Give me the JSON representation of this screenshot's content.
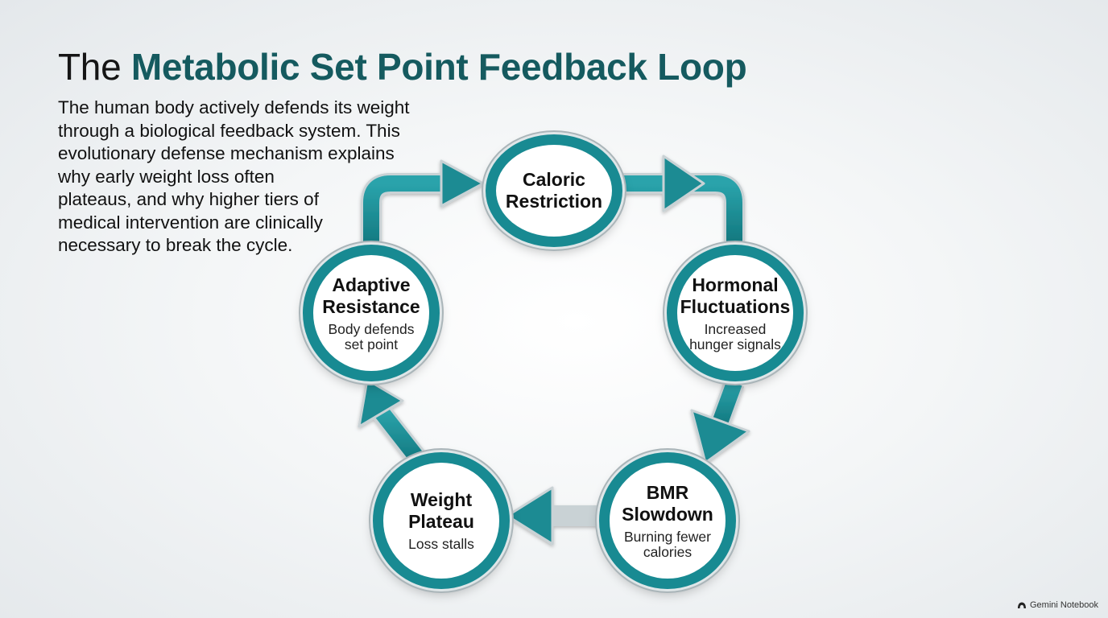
{
  "title": {
    "plain": "The",
    "accent": "Metabolic Set Point Feedback Loop"
  },
  "description": [
    "The human body actively defends its weight",
    "through a biological feedback system. This",
    "evolutionary defense mechanism explains",
    "why early weight loss often",
    "plateaus, and why higher tiers of",
    "medical intervention are clinically",
    "necessary to break the cycle."
  ],
  "cycle": [
    {
      "title": "Caloric\nRestriction",
      "subtitle": ""
    },
    {
      "title": "Hormonal\nFluctuations",
      "subtitle": "Increased\nhunger signals"
    },
    {
      "title": "BMR\nSlowdown",
      "subtitle": "Burning fewer\ncalories"
    },
    {
      "title": "Weight\nPlateau",
      "subtitle": "Loss stalls"
    },
    {
      "title": "Adaptive\nResistance",
      "subtitle": "Body defends\nset point"
    }
  ],
  "colors": {
    "accent_text": "#155a5f",
    "ring": "#188a92",
    "arrow": "#1c8b93"
  },
  "brand": {
    "icon": "notebook-logo-icon",
    "label": "Gemini Notebook"
  }
}
